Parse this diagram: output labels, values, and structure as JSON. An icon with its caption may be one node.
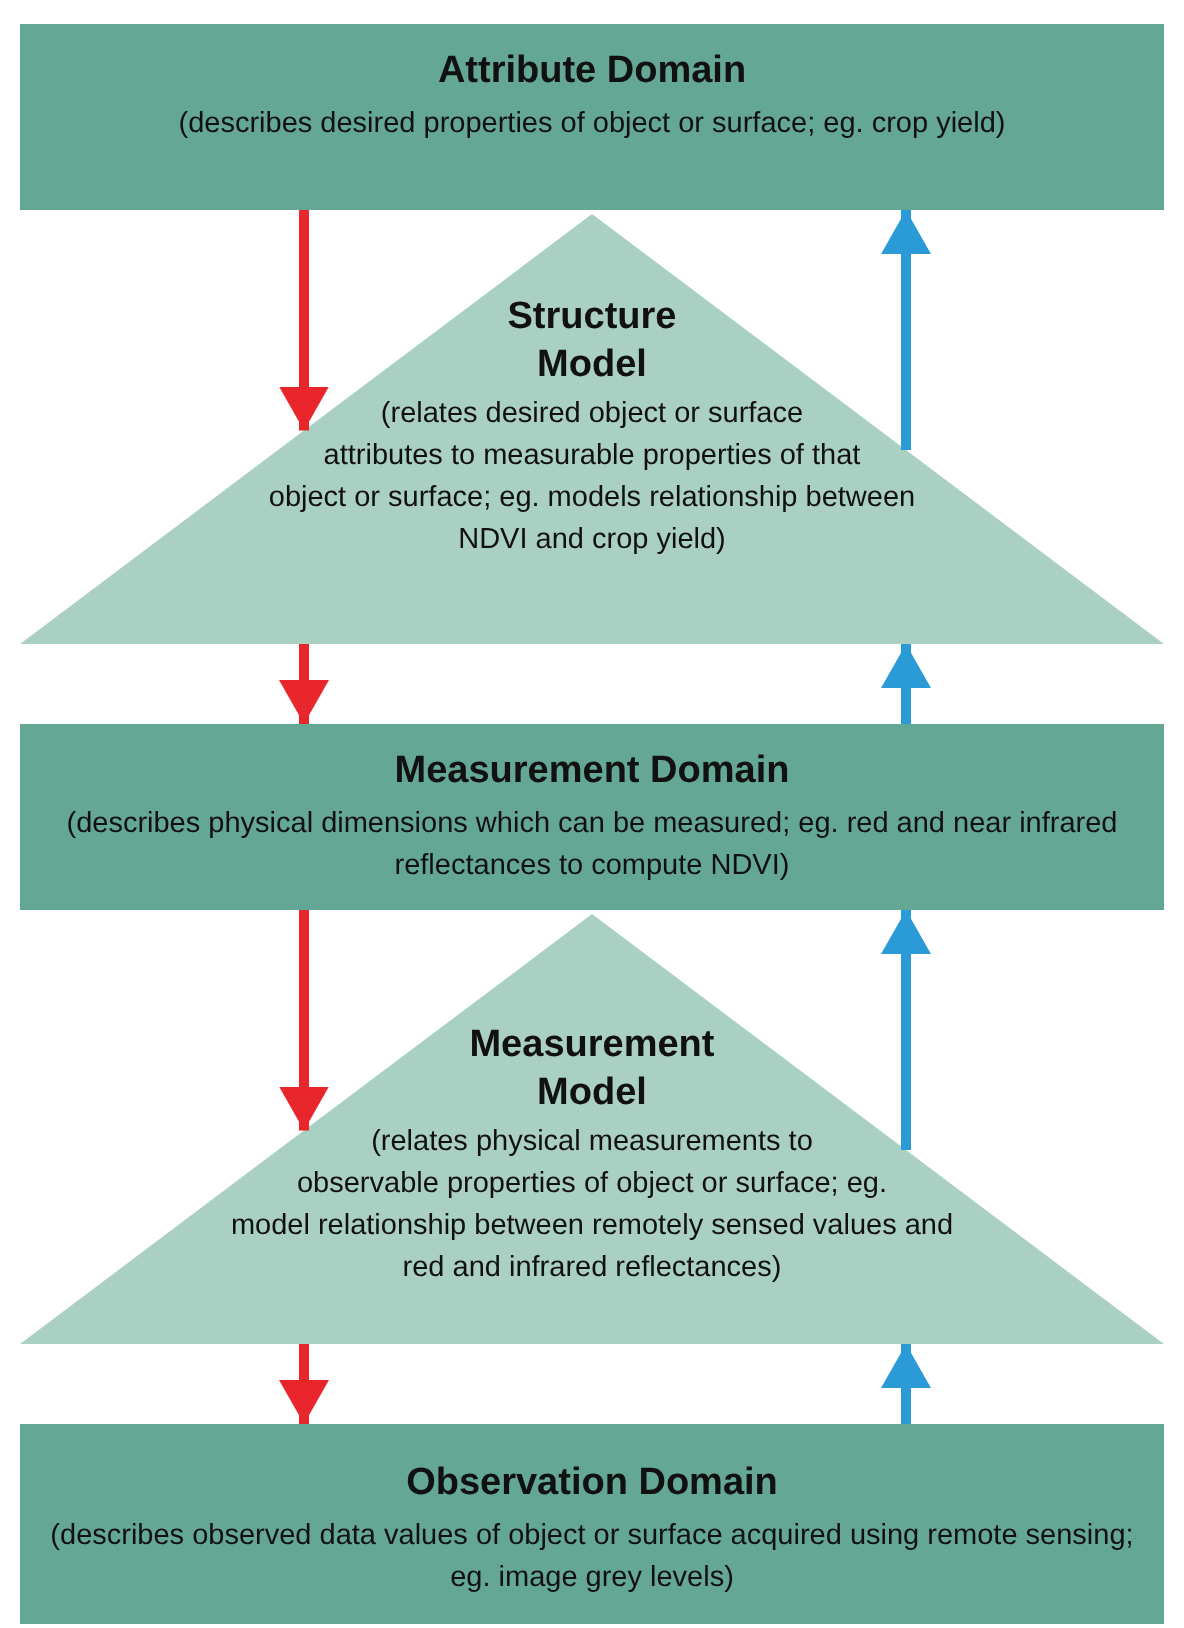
{
  "diagram": {
    "nodes": [
      {
        "text": [
          "Attribute Domain",
          "(describes desired properties of object or surface; eg. crop yield)"
        ]
      },
      {
        "text": [
          "Structure Model",
          "(relates desired object or surface attributes to measurable properties of that object or surface; eg. models relationship between NDVI and crop yield)"
        ]
      },
      {
        "text": [
          "Measurement Domain",
          "(describes physical dimensions which can be measured; eg. red and near infrared reflectances to compute NDVI)"
        ]
      },
      {
        "text": [
          "Measurement Model",
          "(relates physical measurements to observable properties of object or surface; eg. model relationship between remotely sensed values and red and infrared reflectances)"
        ]
      },
      {
        "text": [
          "Observation Domain",
          "(describes observed data values of object or surface acquired using remote sensing; eg. image grey levels)"
        ]
      }
    ],
    "edges": [
      {
        "from": 0,
        "to": 1,
        "arrow": "to",
        "color": "#e8262b"
      },
      {
        "from": 1,
        "to": 2,
        "arrow": "to",
        "color": "#e8262b"
      },
      {
        "from": 1,
        "to": 0,
        "arrow": "to",
        "color": "#2b9bd8"
      },
      {
        "from": 2,
        "to": 1,
        "arrow": "to",
        "color": "#2b9bd8"
      },
      {
        "from": 2,
        "to": 3,
        "arrow": "to",
        "color": "#e8262b"
      },
      {
        "from": 3,
        "to": 4,
        "arrow": "to",
        "color": "#e8262b"
      },
      {
        "from": 3,
        "to": 2,
        "arrow": "to",
        "color": "#2b9bd8"
      },
      {
        "from": 4,
        "to": 3,
        "arrow": "to",
        "color": "#2b9bd8"
      }
    ]
  }
}
